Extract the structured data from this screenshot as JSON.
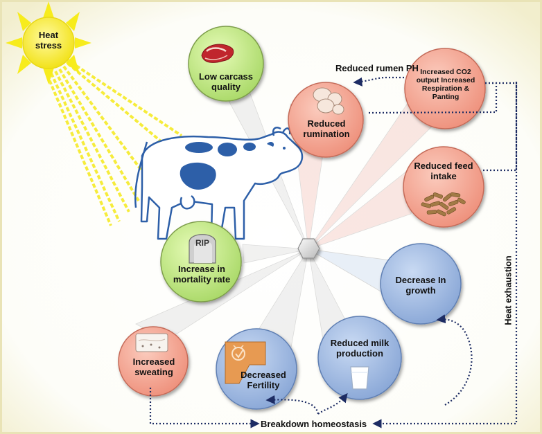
{
  "sun": {
    "label": "Heat stress"
  },
  "nodes": {
    "low_carcass": {
      "label": "Low carcass quality"
    },
    "reduced_rumination": {
      "label": "Reduced rumination"
    },
    "increased_co2": {
      "label": "Increased CO2 output Increased Respiration & Panting"
    },
    "reduced_feed": {
      "label": "Reduced feed intake"
    },
    "decrease_growth": {
      "label": "Decrease In growth"
    },
    "reduced_milk": {
      "label": "Reduced milk production"
    },
    "decreased_fertility": {
      "label": "Decreased Fertility"
    },
    "increased_sweating": {
      "label": "Increased sweating"
    },
    "mortality": {
      "label": "Increase in mortality rate",
      "stone_text": "RIP"
    }
  },
  "edges": {
    "reduced_rumen_ph": "Reduced rumen PH",
    "heat_exhaustion": "Heat exhaustion",
    "breakdown_homeostasis": "Breakdown homeostasis"
  },
  "colors": {
    "background": "#ffffff",
    "border": "#f3efc9",
    "sun": "#f7ec1c",
    "green_node": "#c6ec8e",
    "salmon_node": "#f3a795",
    "blue_node": "#a5bde3",
    "cow_spots": "#2d5fa8",
    "arrow": "#1d2c63"
  }
}
